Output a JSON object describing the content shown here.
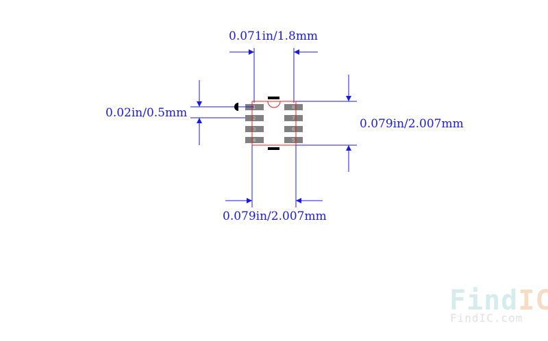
{
  "dimensions": {
    "top_width": "0.071in/1.8mm",
    "pitch": "0.02in/0.5mm",
    "right_height": "0.079in/2.007mm",
    "bottom_width": "0.079in/2.007mm"
  },
  "pins": {
    "left": [
      "1",
      "2",
      "3",
      "4"
    ],
    "right": [
      "8",
      "7",
      "6",
      "5"
    ]
  },
  "watermark": {
    "logo_find": "Find",
    "logo_ic": "IC",
    "url": "FindIC.com"
  },
  "colors": {
    "dimension": "#1a1adc",
    "outline": "#e02020",
    "pad": "#808080",
    "marker": "#000000"
  }
}
